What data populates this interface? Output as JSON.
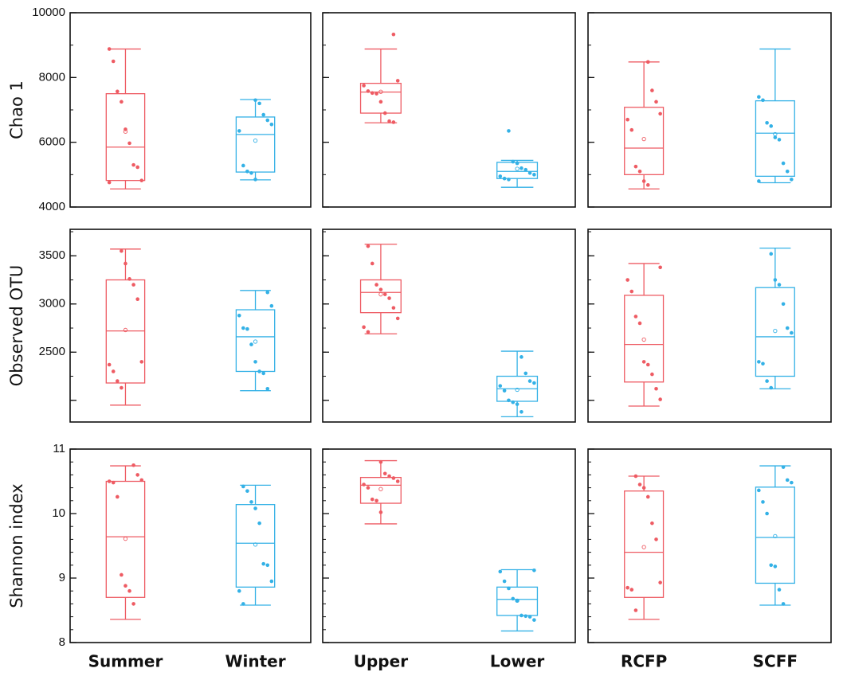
{
  "colors": {
    "red": "#ee5b63",
    "blue": "#33b1e6",
    "axis": "#111111"
  },
  "chart_data": {
    "type": "box",
    "layout": "3x3 grid of box plots",
    "column_groups": [
      {
        "categories": [
          "Summer",
          "Winter"
        ]
      },
      {
        "categories": [
          "Upper",
          "Lower"
        ]
      },
      {
        "categories": [
          "RCFP",
          "SCFF"
        ]
      }
    ],
    "rows": [
      {
        "ylabel": "Chao 1",
        "ylim": [
          4000,
          10000
        ],
        "yticks": [
          4000,
          6000,
          8000,
          10000
        ],
        "ytick_labels": [
          "4000",
          "6000",
          "8000",
          "10000"
        ],
        "minor_step": 1000,
        "panels": [
          {
            "boxes": [
              {
                "category": "Summer",
                "color": "red",
                "whisker_low": 4560,
                "q1": 4820,
                "median": 5850,
                "q3": 7500,
                "whisker_high": 8880,
                "mean": 6330,
                "points": [
                  8880,
                  8500,
                  7570,
                  7250,
                  6400,
                  5970,
                  5300,
                  5230,
                  4820,
                  4760
                ]
              },
              {
                "category": "Winter",
                "color": "blue",
                "whisker_low": 4840,
                "q1": 5080,
                "median": 6240,
                "q3": 6780,
                "whisker_high": 7320,
                "mean": 6050,
                "points": [
                  7300,
                  7200,
                  6850,
                  6680,
                  6550,
                  6350,
                  5280,
                  5100,
                  5050,
                  4850
                ]
              }
            ]
          },
          {
            "boxes": [
              {
                "category": "Upper",
                "color": "red",
                "whisker_low": 6600,
                "q1": 6900,
                "median": 7550,
                "q3": 7820,
                "whisker_high": 8880,
                "mean": 7560,
                "points": [
                  9330,
                  7900,
                  7750,
                  7580,
                  7520,
                  7500,
                  7250,
                  6900,
                  6650,
                  6620
                ]
              },
              {
                "category": "Lower",
                "color": "blue",
                "whisker_low": 4610,
                "q1": 4880,
                "median": 5100,
                "q3": 5380,
                "whisker_high": 5440,
                "mean": 5180,
                "points": [
                  6350,
                  5400,
                  5350,
                  5200,
                  5150,
                  5050,
                  5000,
                  4950,
                  4880,
                  4850
                ]
              }
            ]
          },
          {
            "boxes": [
              {
                "category": "RCFP",
                "color": "red",
                "whisker_low": 4560,
                "q1": 5000,
                "median": 5820,
                "q3": 7080,
                "whisker_high": 8480,
                "mean": 6100,
                "points": [
                  8480,
                  7600,
                  7250,
                  6880,
                  6700,
                  6380,
                  5250,
                  5100,
                  4800,
                  4680
                ]
              },
              {
                "category": "SCFF",
                "color": "blue",
                "whisker_low": 4750,
                "q1": 4950,
                "median": 6280,
                "q3": 7280,
                "whisker_high": 8880,
                "mean": 6250,
                "points": [
                  7400,
                  7300,
                  6600,
                  6500,
                  6150,
                  6080,
                  5350,
                  5100,
                  4850,
                  4800
                ]
              }
            ]
          }
        ]
      },
      {
        "ylabel": "Observed OTU",
        "ylim": [
          1775,
          3775
        ],
        "yticks": [
          2000,
          2500,
          3000,
          3500
        ],
        "ytick_labels": [
          "",
          "2500",
          "3000",
          "3500"
        ],
        "minor_step": 250,
        "panels": [
          {
            "boxes": [
              {
                "category": "Summer",
                "color": "red",
                "whisker_low": 1950,
                "q1": 2180,
                "median": 2720,
                "q3": 3250,
                "whisker_high": 3570,
                "mean": 2730,
                "points": [
                  3550,
                  3420,
                  3260,
                  3200,
                  3050,
                  2400,
                  2370,
                  2300,
                  2200,
                  2130
                ]
              },
              {
                "category": "Winter",
                "color": "blue",
                "whisker_low": 2100,
                "q1": 2300,
                "median": 2660,
                "q3": 2940,
                "whisker_high": 3140,
                "mean": 2610,
                "points": [
                  3120,
                  2980,
                  2880,
                  2750,
                  2740,
                  2580,
                  2400,
                  2300,
                  2280,
                  2120
                ]
              }
            ]
          },
          {
            "boxes": [
              {
                "category": "Upper",
                "color": "red",
                "whisker_low": 2690,
                "q1": 2910,
                "median": 3120,
                "q3": 3250,
                "whisker_high": 3620,
                "mean": 3100,
                "points": [
                  3600,
                  3420,
                  3200,
                  3150,
                  3100,
                  3060,
                  2960,
                  2850,
                  2760,
                  2710
                ]
              },
              {
                "category": "Lower",
                "color": "blue",
                "whisker_low": 1830,
                "q1": 1990,
                "median": 2120,
                "q3": 2250,
                "whisker_high": 2510,
                "mean": 2110,
                "points": [
                  2450,
                  2280,
                  2200,
                  2180,
                  2150,
                  2100,
                  2000,
                  1980,
                  1960,
                  1880
                ]
              }
            ]
          },
          {
            "boxes": [
              {
                "category": "RCFP",
                "color": "red",
                "whisker_low": 1940,
                "q1": 2190,
                "median": 2580,
                "q3": 3090,
                "whisker_high": 3420,
                "mean": 2630,
                "points": [
                  3380,
                  3250,
                  3130,
                  2870,
                  2800,
                  2400,
                  2370,
                  2270,
                  2120,
                  2010
                ]
              },
              {
                "category": "SCFF",
                "color": "blue",
                "whisker_low": 2120,
                "q1": 2250,
                "median": 2660,
                "q3": 3170,
                "whisker_high": 3580,
                "mean": 2720,
                "points": [
                  3520,
                  3250,
                  3200,
                  3000,
                  2750,
                  2700,
                  2400,
                  2380,
                  2200,
                  2130
                ]
              }
            ]
          }
        ]
      },
      {
        "ylabel": "Shannon index",
        "ylim": [
          8,
          11
        ],
        "yticks": [
          8,
          9,
          10,
          11
        ],
        "ytick_labels": [
          "8",
          "9",
          "10",
          "11"
        ],
        "minor_step": 0.2,
        "panels": [
          {
            "boxes": [
              {
                "category": "Summer",
                "color": "red",
                "whisker_low": 8.36,
                "q1": 8.7,
                "median": 9.64,
                "q3": 10.5,
                "whisker_high": 10.74,
                "mean": 9.61,
                "points": [
                  10.75,
                  10.6,
                  10.52,
                  10.5,
                  10.48,
                  10.26,
                  9.05,
                  8.88,
                  8.8,
                  8.6
                ]
              },
              {
                "category": "Winter",
                "color": "blue",
                "whisker_low": 8.58,
                "q1": 8.86,
                "median": 9.54,
                "q3": 10.14,
                "whisker_high": 10.44,
                "mean": 9.52,
                "points": [
                  10.42,
                  10.35,
                  10.18,
                  10.08,
                  9.85,
                  9.22,
                  9.2,
                  8.95,
                  8.8,
                  8.6
                ]
              }
            ]
          },
          {
            "boxes": [
              {
                "category": "Upper",
                "color": "red",
                "whisker_low": 9.84,
                "q1": 10.16,
                "median": 10.44,
                "q3": 10.56,
                "whisker_high": 10.82,
                "mean": 10.38,
                "points": [
                  10.8,
                  10.62,
                  10.58,
                  10.55,
                  10.5,
                  10.45,
                  10.4,
                  10.22,
                  10.2,
                  10.02
                ]
              },
              {
                "category": "Lower",
                "color": "blue",
                "whisker_low": 8.18,
                "q1": 8.42,
                "median": 8.67,
                "q3": 8.86,
                "whisker_high": 9.13,
                "mean": 8.65,
                "points": [
                  9.12,
                  9.1,
                  8.95,
                  8.84,
                  8.68,
                  8.65,
                  8.42,
                  8.41,
                  8.4,
                  8.35
                ]
              }
            ]
          },
          {
            "boxes": [
              {
                "category": "RCFP",
                "color": "red",
                "whisker_low": 8.36,
                "q1": 8.7,
                "median": 9.4,
                "q3": 10.35,
                "whisker_high": 10.58,
                "mean": 9.48,
                "points": [
                  10.58,
                  10.45,
                  10.4,
                  10.26,
                  9.85,
                  9.6,
                  8.93,
                  8.85,
                  8.82,
                  8.5
                ]
              },
              {
                "category": "SCFF",
                "color": "blue",
                "whisker_low": 8.58,
                "q1": 8.92,
                "median": 9.63,
                "q3": 10.41,
                "whisker_high": 10.74,
                "mean": 9.65,
                "points": [
                  10.72,
                  10.52,
                  10.48,
                  10.36,
                  10.18,
                  10.0,
                  9.2,
                  9.18,
                  8.82,
                  8.6
                ]
              }
            ]
          }
        ]
      }
    ]
  }
}
